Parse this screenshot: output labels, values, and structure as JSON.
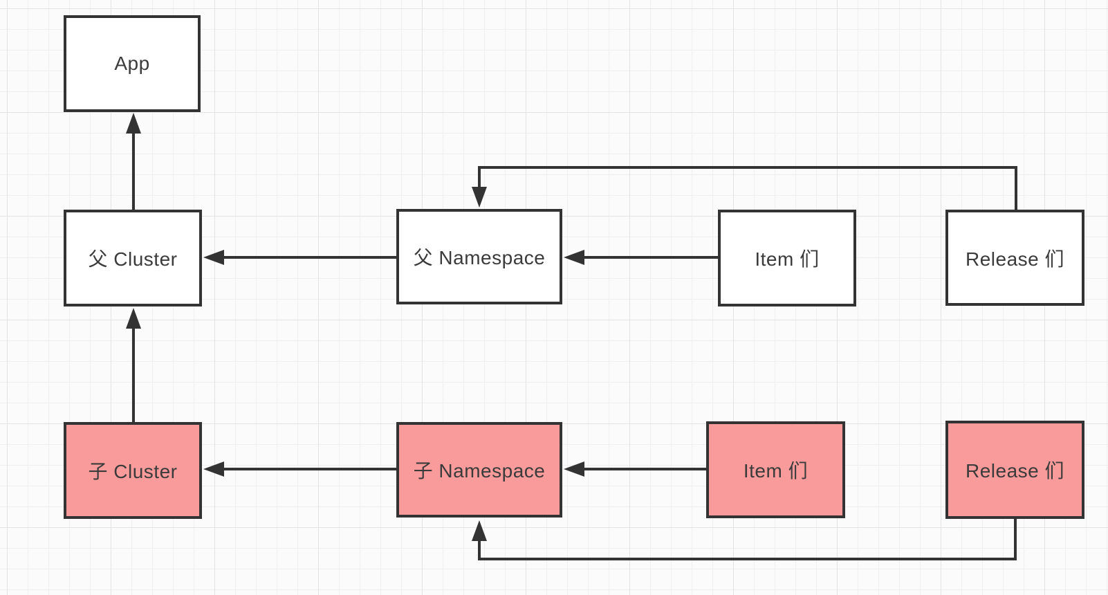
{
  "canvas": {
    "background_color": "#fbfbfb",
    "grid_line_color": "#efefef",
    "stroke_color": "#333333",
    "default_node_fill": "#ffffff",
    "highlight_node_fill": "#f99b9b",
    "text_color": "#3b3b3b"
  },
  "nodes": {
    "app": {
      "label": "App",
      "highlighted": false
    },
    "parent_cluster": {
      "label": "父 Cluster",
      "highlighted": false
    },
    "parent_namespace": {
      "label": "父 Namespace",
      "highlighted": false
    },
    "parent_items": {
      "label": "Item 们",
      "highlighted": false
    },
    "parent_releases": {
      "label": "Release 们",
      "highlighted": false
    },
    "child_cluster": {
      "label": "子 Cluster",
      "highlighted": true
    },
    "child_namespace": {
      "label": "子 Namespace",
      "highlighted": true
    },
    "child_items": {
      "label": "Item 们",
      "highlighted": true
    },
    "child_releases": {
      "label": "Release 们",
      "highlighted": true
    }
  },
  "edges": [
    {
      "from": "parent_cluster",
      "to": "app",
      "style": "straight-up"
    },
    {
      "from": "child_cluster",
      "to": "parent_cluster",
      "style": "straight-up"
    },
    {
      "from": "parent_namespace",
      "to": "parent_cluster",
      "style": "straight-left"
    },
    {
      "from": "parent_items",
      "to": "parent_namespace",
      "style": "straight-left"
    },
    {
      "from": "parent_releases",
      "to": "parent_namespace",
      "style": "elbow-over-top"
    },
    {
      "from": "child_namespace",
      "to": "child_cluster",
      "style": "straight-left"
    },
    {
      "from": "child_items",
      "to": "child_namespace",
      "style": "straight-left"
    },
    {
      "from": "child_releases",
      "to": "child_namespace",
      "style": "elbow-under-bottom"
    }
  ]
}
